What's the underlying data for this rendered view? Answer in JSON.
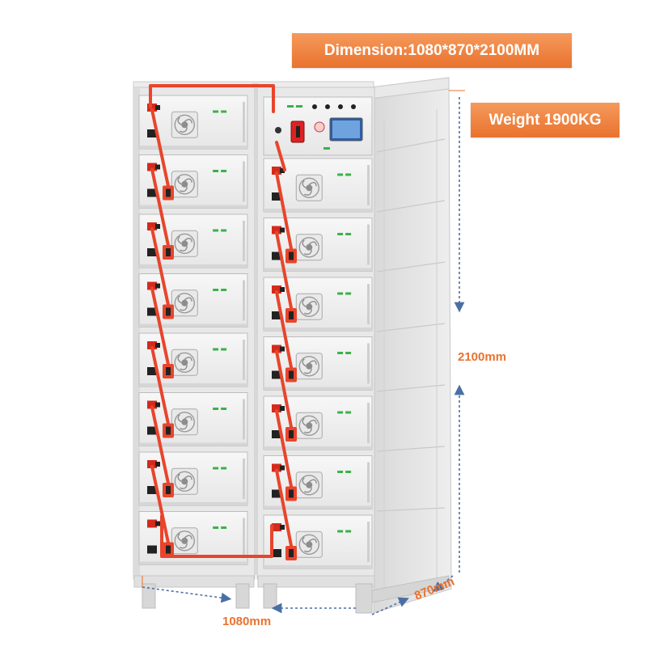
{
  "banners": {
    "dimension": "Dimension:1080*870*2100MM",
    "weight": "Weight 1900KG"
  },
  "dimension_labels": {
    "height": "2100mm",
    "width": "1080mm",
    "depth": "870mm"
  },
  "colors": {
    "accent": "#e9722e",
    "cable": "#e8452c",
    "frame": "#e4e4e4",
    "module_face": "#f1f1f1",
    "indicator": "#39b24a",
    "arrow": "#4a6fa5"
  },
  "product": {
    "left_column_modules": 8,
    "right_column_modules": 7,
    "control_box": "bms-control-unit"
  }
}
